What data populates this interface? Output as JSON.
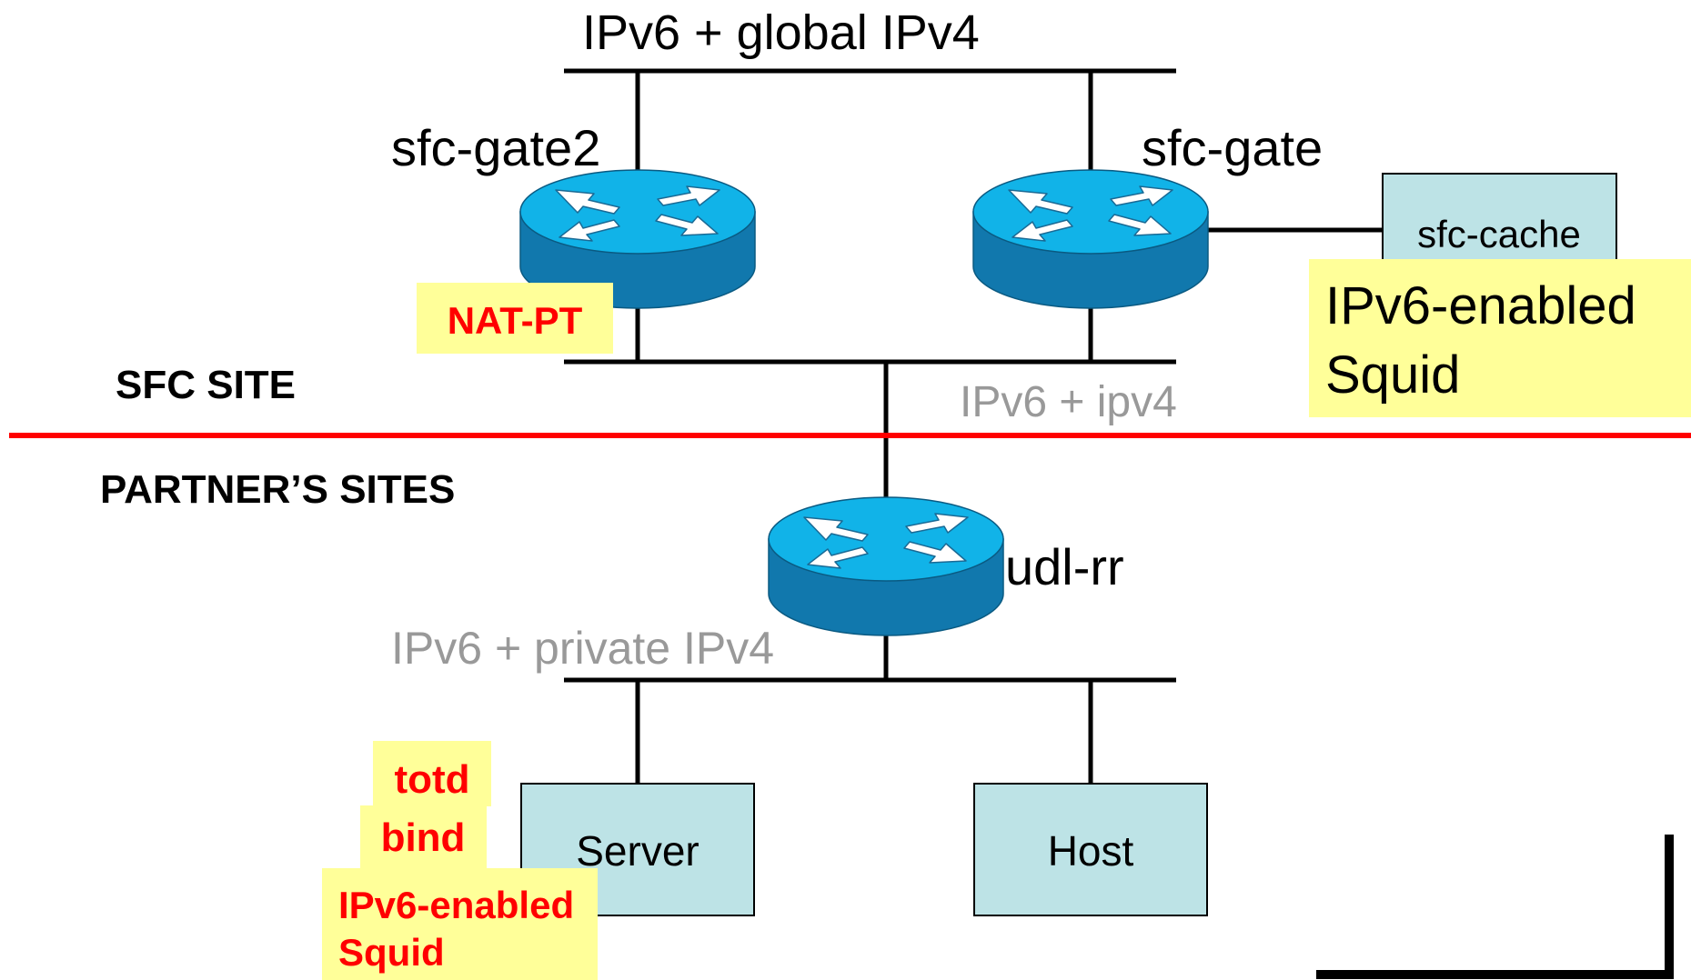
{
  "networks": {
    "top": "IPv6 + global IPv4",
    "middle": "IPv6 + ipv4",
    "bottom": "IPv6 + private IPv4"
  },
  "routers": {
    "gate2": "sfc-gate2",
    "gate": "sfc-gate",
    "udl": "udl-rr"
  },
  "sites": {
    "sfc": "SFC SITE",
    "partners": "PARTNER’S SITES"
  },
  "hosts": {
    "cache": "sfc-cache",
    "server": "Server",
    "host": "Host"
  },
  "notes": {
    "natpt": "NAT-PT",
    "squid_top_line1": "IPv6-enabled",
    "squid_top_line2": "Squid",
    "totd": "totd",
    "bind": "bind",
    "squid_bottom_line1": "IPv6-enabled",
    "squid_bottom_line2": "Squid"
  },
  "colors": {
    "router_top": "#11b3e8",
    "router_side": "#1178ad",
    "host_fill": "#bde3e6",
    "note_fill": "#ffff99",
    "site_divider": "#ff0000",
    "note_red_text": "#ff0000",
    "gray_text": "#999999"
  }
}
